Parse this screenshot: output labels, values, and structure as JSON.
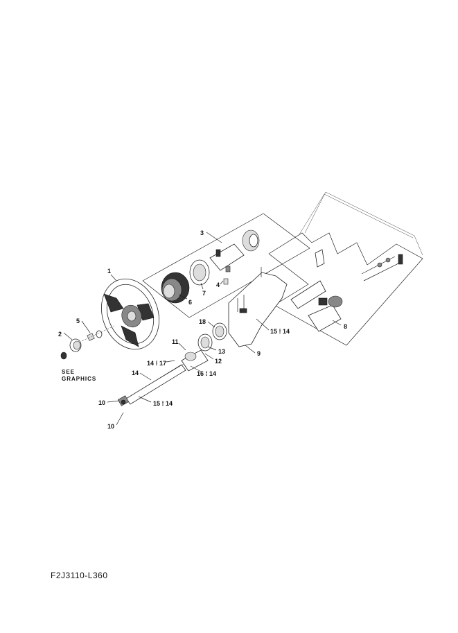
{
  "diagram": {
    "drawing_code": "F2J3110-L360",
    "see_graphics_line1": "SEE",
    "see_graphics_line2": "GRAPHICS",
    "callouts": {
      "p1": "1",
      "p2": "2",
      "p3": "3",
      "p4": "4",
      "p5": "5",
      "p6": "6",
      "p7": "7",
      "p8": "8",
      "p9": "9",
      "p10a": "10",
      "p10b": "10",
      "p11": "11",
      "p12": "12",
      "p13": "13",
      "p14": "14",
      "p14_17": "14 ⁞ 17",
      "p15_14a": "15 ⁞ 14",
      "p15_14b": "15 ⁞ 14",
      "p16_14": "16 ⁞ 14",
      "p18": "18"
    }
  }
}
